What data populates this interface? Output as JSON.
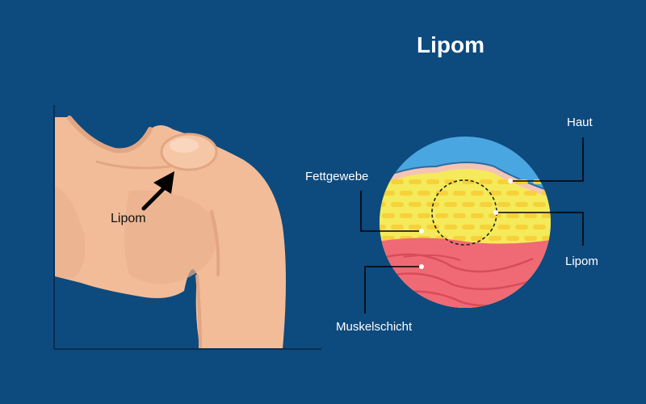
{
  "title": "Lipom",
  "body_illustration": {
    "callout": "Lipom"
  },
  "cross_section": {
    "labels": {
      "skin": "Haut",
      "fat_tissue": "Fettgewebe",
      "lipoma": "Lipom",
      "muscle_layer": "Muskelschicht"
    }
  },
  "colors": {
    "background": "#0d4a7e",
    "skin_tone": "#f2bc98",
    "skin_shadow": "#e3a682",
    "skin_layer_blue": "#4aa6e0",
    "fat_yellow": "#f4ea5a",
    "fat_cell": "#f7d13a",
    "muscle_red": "#ef6a75",
    "muscle_line": "#d94b5a",
    "line": "#000000",
    "text": "#ffffff"
  }
}
